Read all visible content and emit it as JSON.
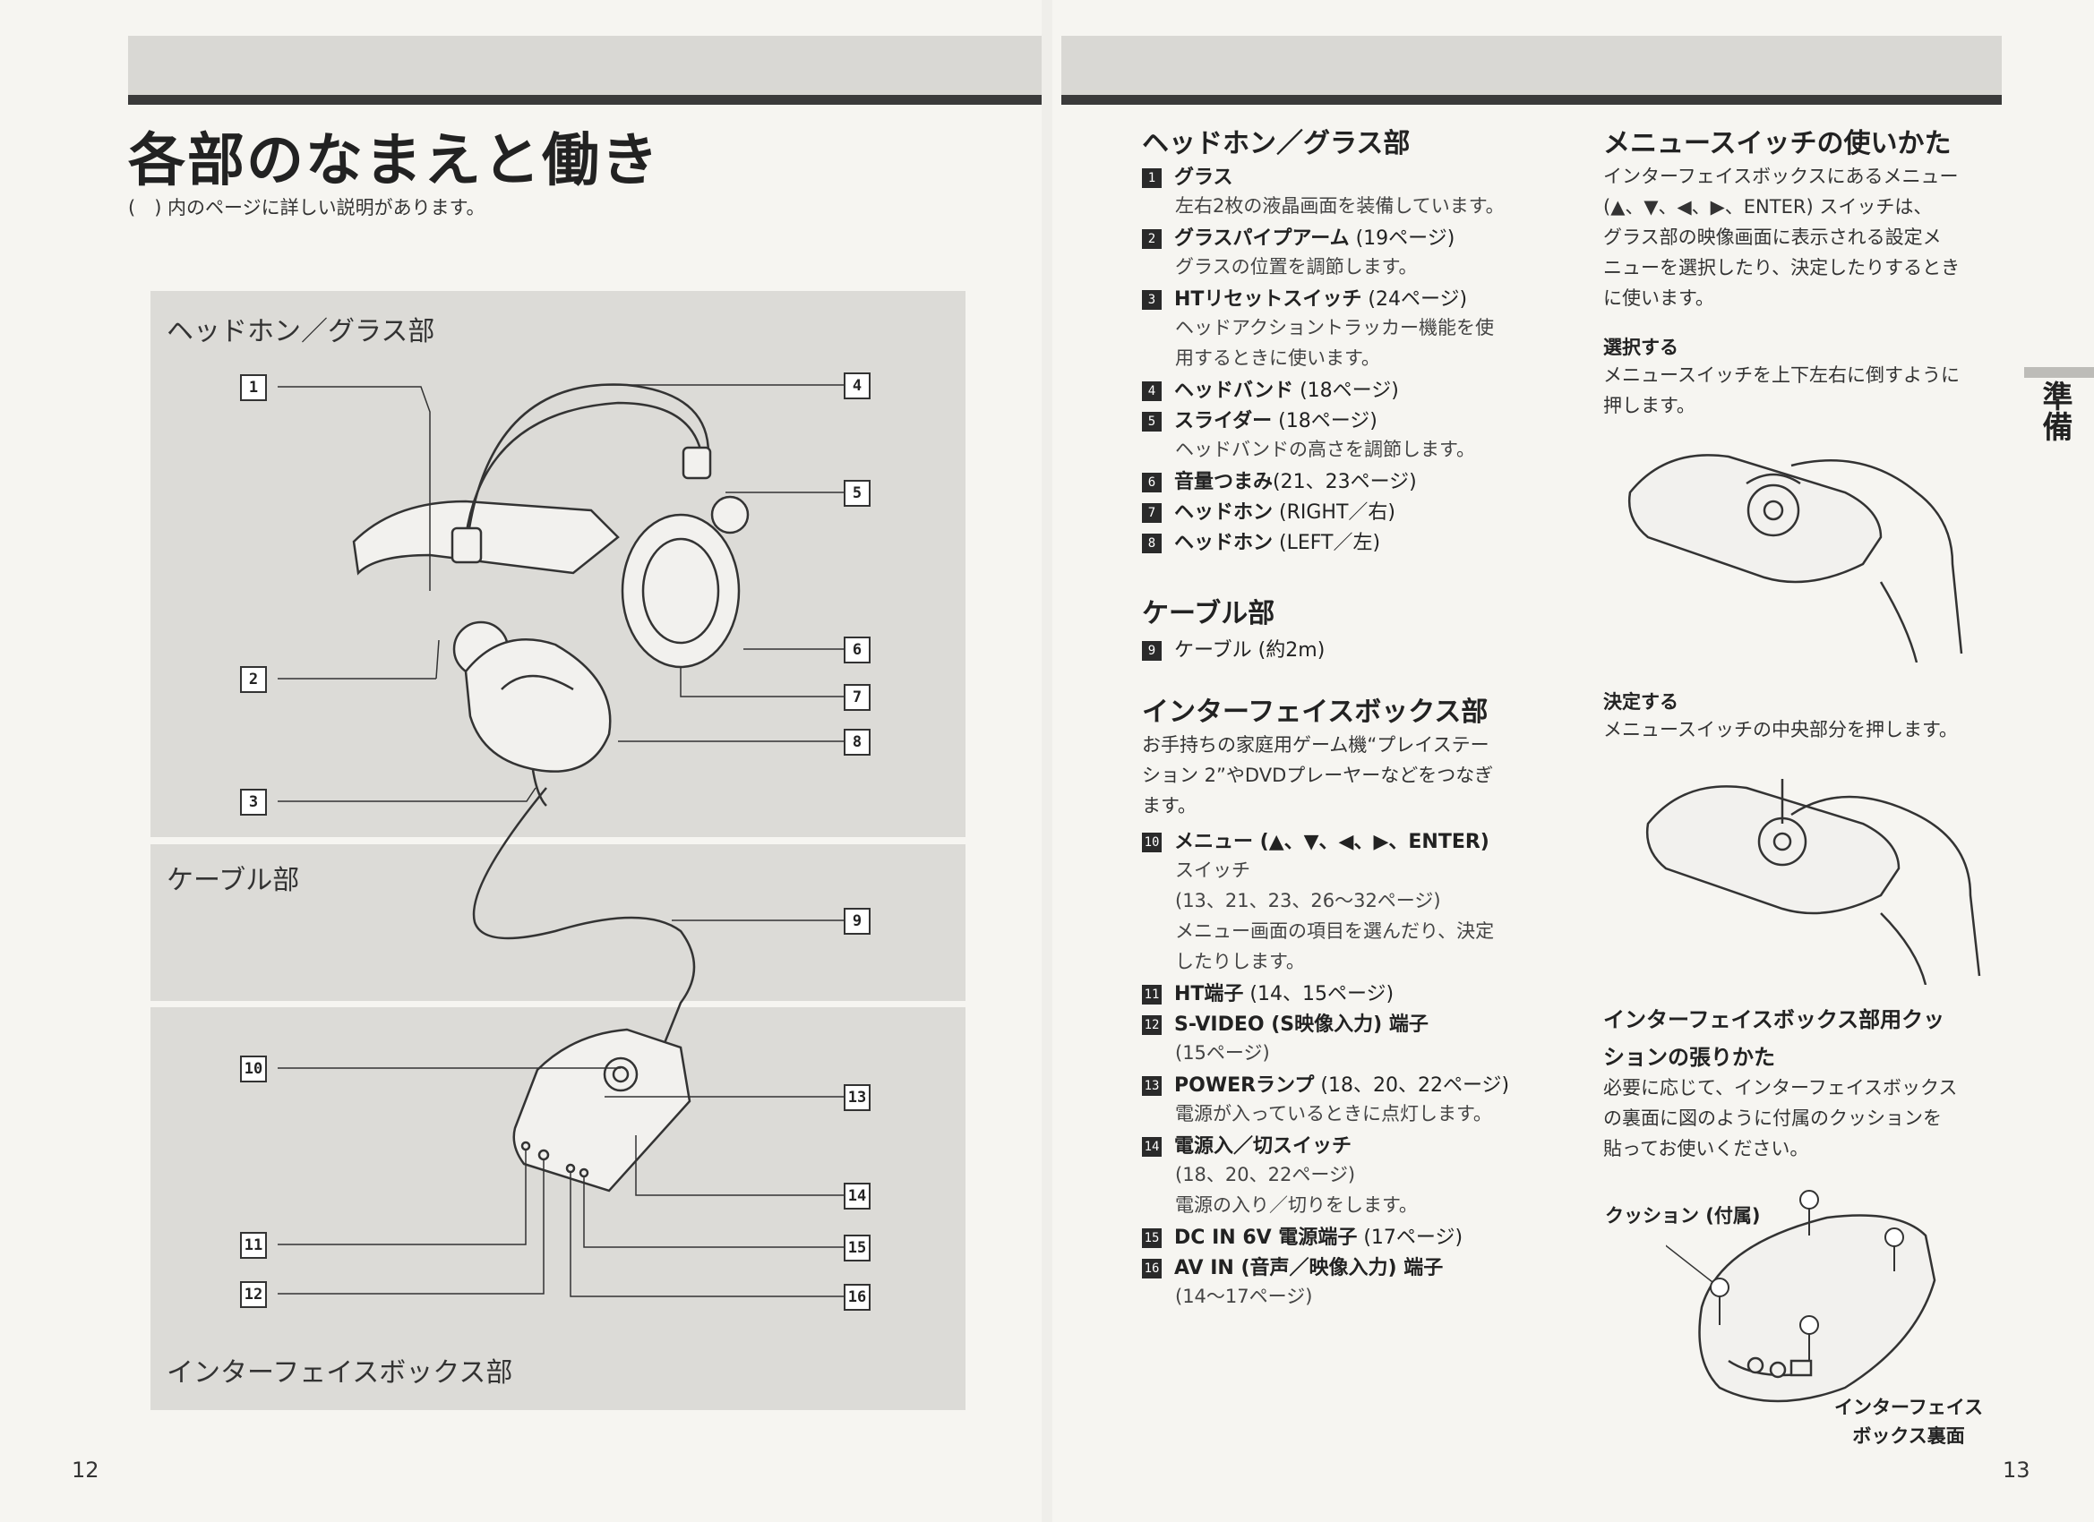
{
  "left_page": {
    "title": "各部のなまえと働き",
    "subtitle": "(　) 内のページに詳しい説明があります。",
    "sections": {
      "headphone": "ヘッドホン／グラス部",
      "cable": "ケーブル部",
      "interface": "インターフェイスボックス部"
    },
    "callouts": [
      "1",
      "2",
      "3",
      "4",
      "5",
      "6",
      "7",
      "8",
      "9",
      "10",
      "11",
      "12",
      "13",
      "14",
      "15",
      "16"
    ],
    "page_number": "12"
  },
  "right_page": {
    "col1": {
      "headphone_heading": "ヘッドホン／グラス部",
      "items": [
        {
          "num": "1",
          "label": "グラス",
          "ref": "",
          "desc": [
            "左右2枚の液晶画面を装備しています。"
          ]
        },
        {
          "num": "2",
          "label": "グラスパイプアーム",
          "ref": " (19ページ)",
          "desc": [
            "グラスの位置を調節します。"
          ]
        },
        {
          "num": "3",
          "label": "HTリセットスイッチ",
          "ref": " (24ページ)",
          "desc": [
            "ヘッドアクショントラッカー機能を使",
            "用するときに使います。"
          ]
        },
        {
          "num": "4",
          "label": "ヘッドバンド",
          "ref": " (18ページ)",
          "desc": []
        },
        {
          "num": "5",
          "label": "スライダー",
          "ref": " (18ページ)",
          "desc": [
            "ヘッドバンドの高さを調節します。"
          ]
        },
        {
          "num": "6",
          "label": "音量つまみ",
          "ref": "(21、23ページ)",
          "desc": []
        },
        {
          "num": "7",
          "label": "ヘッドホン",
          "ref": " (RIGHT／右)",
          "desc": []
        },
        {
          "num": "8",
          "label": "ヘッドホン",
          "ref": " (LEFT／左)",
          "desc": []
        }
      ],
      "cable_heading": "ケーブル部",
      "cable_item": {
        "num": "9",
        "label": "ケーブル",
        "ref": " (約2m)"
      },
      "interface_heading": "インターフェイスボックス部",
      "interface_intro": [
        "お手持ちの家庭用ゲーム機“プレイステー",
        "ション 2”やDVDプレーヤーなどをつなぎ",
        "ます。"
      ],
      "interface_items": [
        {
          "num": "10",
          "label": "メニュー (▲、▼、◀、▶、ENTER)",
          "ref": "",
          "desc": [
            "スイッチ",
            "(13、21、23、26〜32ページ)",
            "メニュー画面の項目を選んだり、決定",
            "したりします。"
          ]
        },
        {
          "num": "11",
          "label": "HT端子",
          "ref": " (14、15ページ)",
          "desc": []
        },
        {
          "num": "12",
          "label": "S-VIDEO (S映像入力) 端子",
          "ref": "",
          "desc": [
            "(15ページ)"
          ]
        },
        {
          "num": "13",
          "label": "POWERランプ",
          "ref": " (18、20、22ページ)",
          "desc": [
            "電源が入っているときに点灯します。"
          ]
        },
        {
          "num": "14",
          "label": "電源入／切スイッチ",
          "ref": "",
          "desc": [
            "(18、20、22ページ)",
            "電源の入り／切りをします。"
          ]
        },
        {
          "num": "15",
          "label": "DC IN 6V 電源端子",
          "ref": " (17ページ)",
          "desc": []
        },
        {
          "num": "16",
          "label": "AV IN (音声／映像入力) 端子",
          "ref": "",
          "desc": [
            "(14〜17ページ)"
          ]
        }
      ]
    },
    "col2": {
      "heading": "メニュースイッチの使いかた",
      "intro": [
        "インターフェイスボックスにあるメニュー",
        "(▲、▼、◀、▶、ENTER) スイッチは、",
        "グラス部の映像画面に表示される設定メ",
        "ニューを選択したり、決定したりするとき",
        "に使います。"
      ],
      "select_heading": "選択する",
      "select_text": [
        "メニュースイッチを上下左右に倒すように",
        "押します。"
      ],
      "decide_heading": "決定する",
      "decide_text": [
        "メニュースイッチの中央部分を押します。"
      ],
      "cushion_heading": [
        "インターフェイスボックス部用クッ",
        "ションの張りかた"
      ],
      "cushion_text": [
        "必要に応じて、インターフェイスボックス",
        "の裏面に図のように付属のクッションを",
        "貼ってお使いください。"
      ],
      "cushion_label": "クッション (付属)",
      "box_back_label": [
        "インターフェイス",
        "ボックス裏面"
      ]
    },
    "side_tab": "準備",
    "page_number": "13"
  }
}
